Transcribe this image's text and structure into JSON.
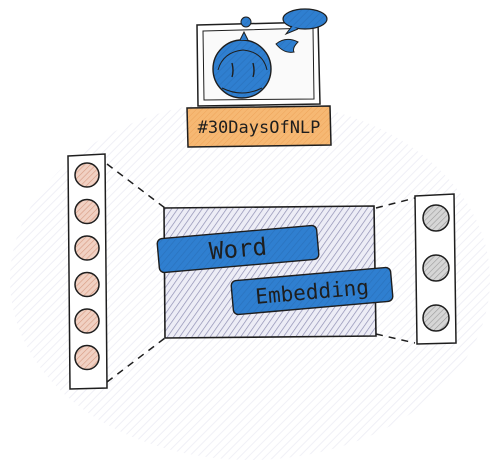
{
  "hashtag_badge": {
    "text": "#30DaysOfNLP"
  },
  "diagram": {
    "word_label": "Word",
    "embedding_label": "Embedding",
    "colors": {
      "stroke": "#1e1e1e",
      "hatch": "#8f8fb3",
      "box_fill": "#e9e9f4",
      "label_blue": "#2f7fd0",
      "badge_orange": "#f6b873",
      "neuron_left": "#e7b4a1",
      "neuron_right": "#a9a9a9"
    }
  },
  "input_layer": {
    "neurons": 6
  },
  "output_layer": {
    "neurons": 3
  }
}
